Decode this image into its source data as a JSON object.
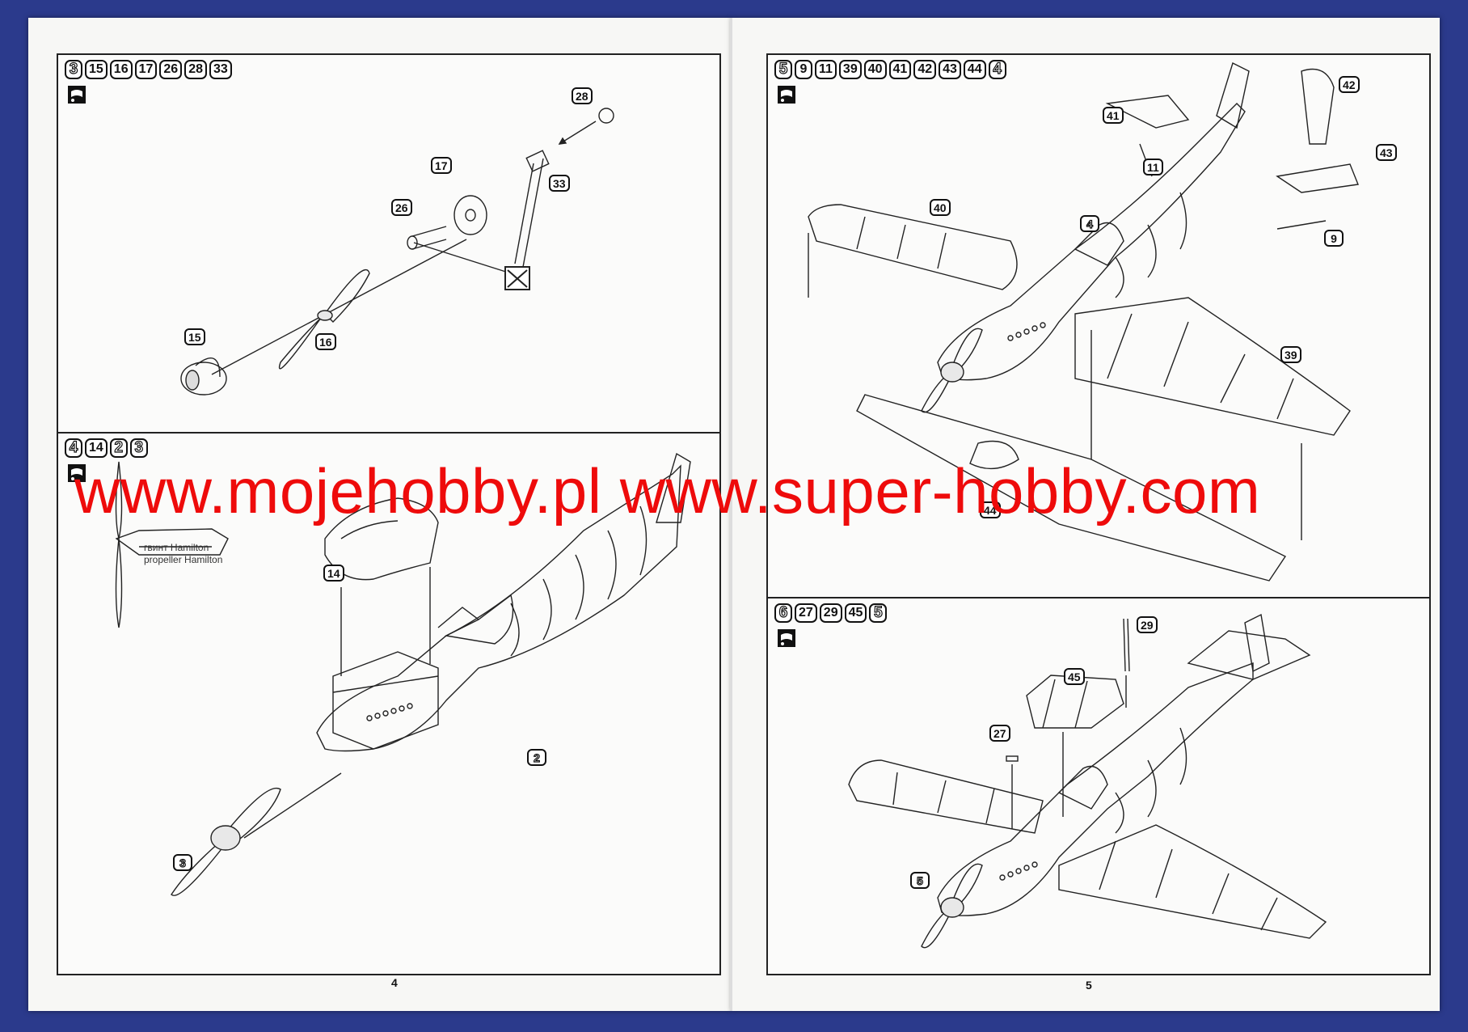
{
  "watermark": "www.mojehobby.pl www.super-hobby.com",
  "left_page": {
    "page_number": "4",
    "panel_a": {
      "steps": [
        "3",
        "15",
        "16",
        "17",
        "26",
        "28",
        "33"
      ],
      "callouts": {
        "c28": "28",
        "c17": "17",
        "c26": "26",
        "c33": "33",
        "c15": "15",
        "c16": "16"
      }
    },
    "panel_b": {
      "steps": [
        "4",
        "14",
        "2",
        "3"
      ],
      "note_line1": "гвинт Hamilton",
      "note_line2": "propeller Hamilton",
      "callouts": {
        "c14": "14",
        "c2": "2",
        "c3": "3"
      }
    }
  },
  "right_page": {
    "page_number": "5",
    "panel_c": {
      "steps": [
        "5",
        "9",
        "11",
        "39",
        "40",
        "41",
        "42",
        "43",
        "44",
        "4"
      ],
      "callouts": {
        "c42": "42",
        "c41": "41",
        "c43": "43",
        "c11": "11",
        "c40": "40",
        "c4": "4",
        "c9": "9",
        "c39": "39",
        "c44": "44"
      }
    },
    "panel_d": {
      "steps": [
        "6",
        "27",
        "29",
        "45",
        "5"
      ],
      "callouts": {
        "c29": "29",
        "c45": "45",
        "c27": "27",
        "c5": "5"
      }
    }
  },
  "outline_steps": [
    "3",
    "4",
    "2",
    "5",
    "6"
  ],
  "colors": {
    "background": "#2b3a8c",
    "paper": "#f7f7f5",
    "ink": "#222222",
    "watermark": "#ee0b0b"
  }
}
